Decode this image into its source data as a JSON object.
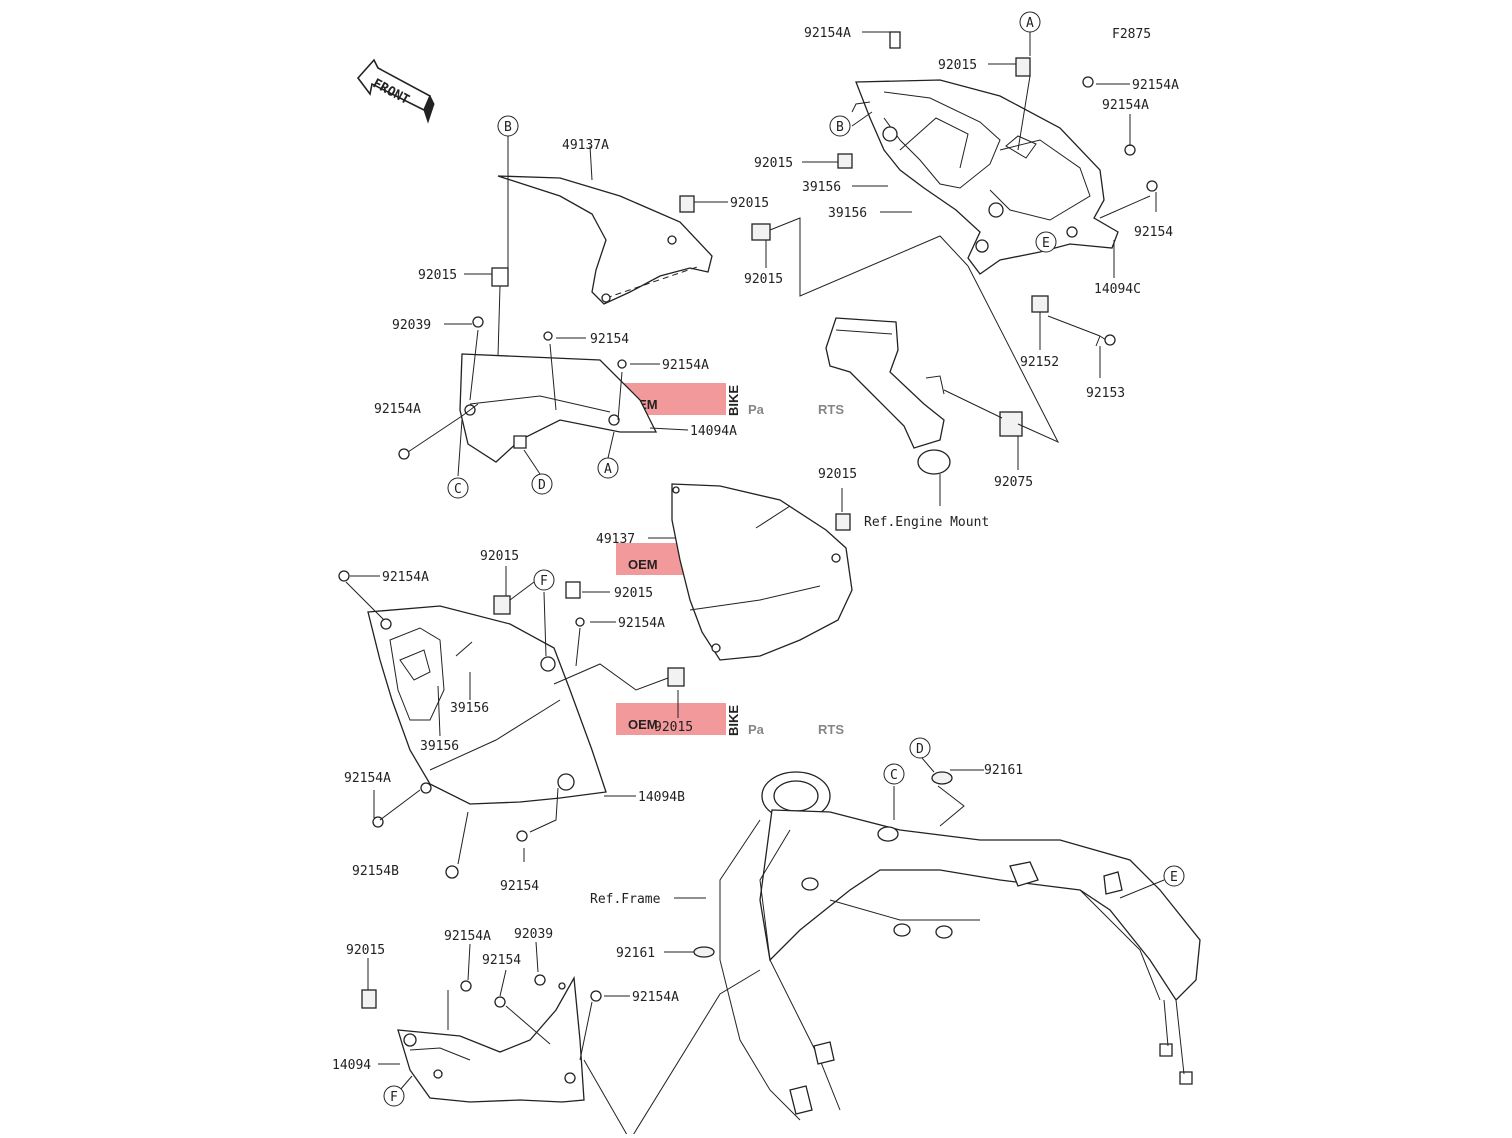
{
  "figure_code": "F2875",
  "front_label": "FRONT",
  "watermark": {
    "oem": "OEM",
    "bike": "BIKE",
    "parts_a": "Pa",
    "parts_b": "RTS",
    "color_red": "#e8454b",
    "color_gray": "#9b9b9b"
  },
  "callouts": [
    "A",
    "B",
    "C",
    "D",
    "E",
    "F"
  ],
  "references": {
    "engine_mount": "Ref.Engine Mount",
    "frame": "Ref.Frame"
  },
  "part_labels": [
    "92154A",
    "92015",
    "92154A",
    "92154A",
    "92015",
    "39156",
    "39156",
    "92154",
    "14094C",
    "92152",
    "92153",
    "49137A",
    "92015",
    "92015",
    "92015",
    "92039",
    "92154",
    "92154A",
    "92154A",
    "14094A",
    "92015",
    "49137",
    "92075",
    "92154A",
    "92015",
    "92015",
    "92154A",
    "39156",
    "39156",
    "92015",
    "92154A",
    "14094B",
    "92154B",
    "92154",
    "92161",
    "92161",
    "92015",
    "92154A",
    "92039",
    "92154",
    "92154A",
    "14094"
  ]
}
